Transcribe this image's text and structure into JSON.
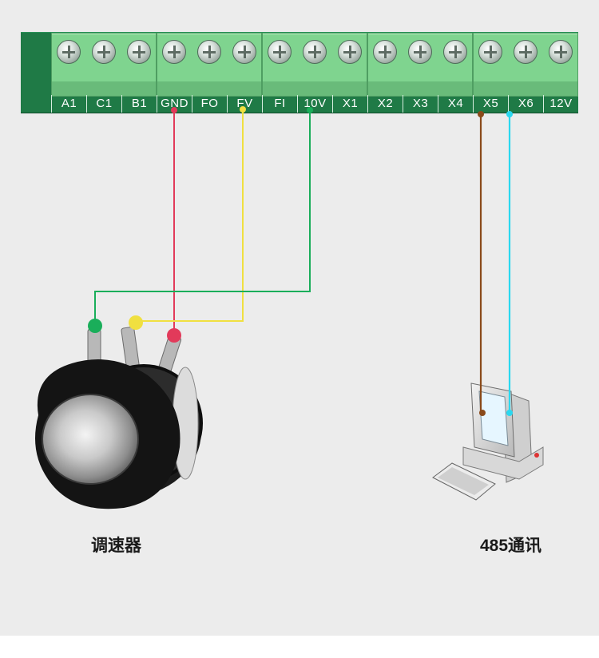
{
  "terminal_labels": [
    "A1",
    "C1",
    "B1",
    "GND",
    "FO",
    "FV",
    "FI",
    "10V",
    "X1",
    "X2",
    "X3",
    "X4",
    "X5",
    "X6",
    "12V"
  ],
  "captions": {
    "potentiometer": "调速器",
    "computer": "485通讯"
  },
  "wire_colors": {
    "gnd": "#e23a5a",
    "fv": "#f0e040",
    "v10": "#1aae5a",
    "x5": "#8a4a1a",
    "x6": "#2ad8f0"
  },
  "board_color": "#1f7a46",
  "terminal_color": "#7fd48f",
  "icons": [
    "potentiometer-knob",
    "desktop-computer"
  ]
}
